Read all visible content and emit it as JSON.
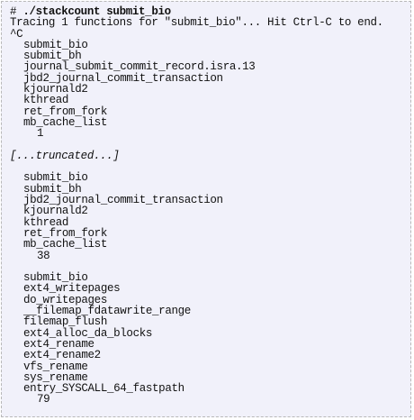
{
  "terminal": {
    "prompt": "# ",
    "command": "./stackcount submit_bio",
    "tracing_line": "Tracing 1 functions for \"submit_bio\"... Hit Ctrl-C to end.",
    "interrupt": "^C",
    "truncated_note": "[...truncated...]",
    "stacks": [
      {
        "frames": [
          "submit_bio",
          "submit_bh",
          "journal_submit_commit_record.isra.13",
          "jbd2_journal_commit_transaction",
          "kjournald2",
          "kthread",
          "ret_from_fork",
          "mb_cache_list"
        ],
        "count": "1"
      },
      {
        "frames": [
          "submit_bio",
          "submit_bh",
          "jbd2_journal_commit_transaction",
          "kjournald2",
          "kthread",
          "ret_from_fork",
          "mb_cache_list"
        ],
        "count": "38"
      },
      {
        "frames": [
          "submit_bio",
          "ext4_writepages",
          "do_writepages",
          "__filemap_fdatawrite_range",
          "filemap_flush",
          "ext4_alloc_da_blocks",
          "ext4_rename",
          "ext4_rename2",
          "vfs_rename",
          "sys_rename",
          "entry_SYSCALL_64_fastpath"
        ],
        "count": "79"
      }
    ]
  }
}
